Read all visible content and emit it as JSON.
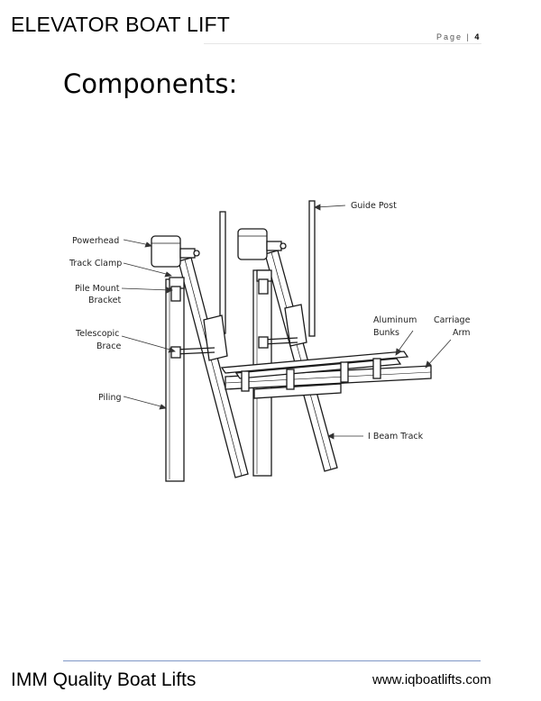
{
  "header": {
    "title": "ELEVATOR BOAT LIFT",
    "page_label": "Page |",
    "page_number": "4"
  },
  "section": {
    "heading": "Components:"
  },
  "diagram": {
    "labels": {
      "guide_post": "Guide Post",
      "powerhead": "Powerhead",
      "track_clamp": "Track Clamp",
      "pile_mount_1": "Pile Mount",
      "pile_mount_2": "Bracket",
      "telescopic_1": "Telescopic",
      "telescopic_2": "Brace",
      "piling": "Piling",
      "aluminum_1": "Aluminum",
      "aluminum_2": "Bunks",
      "carriage_1": "Carriage",
      "carriage_2": "Arm",
      "ibeam_track": "I Beam Track"
    }
  },
  "footer": {
    "company": "IMM Quality Boat Lifts",
    "website": "www.iqboatlifts.com"
  }
}
